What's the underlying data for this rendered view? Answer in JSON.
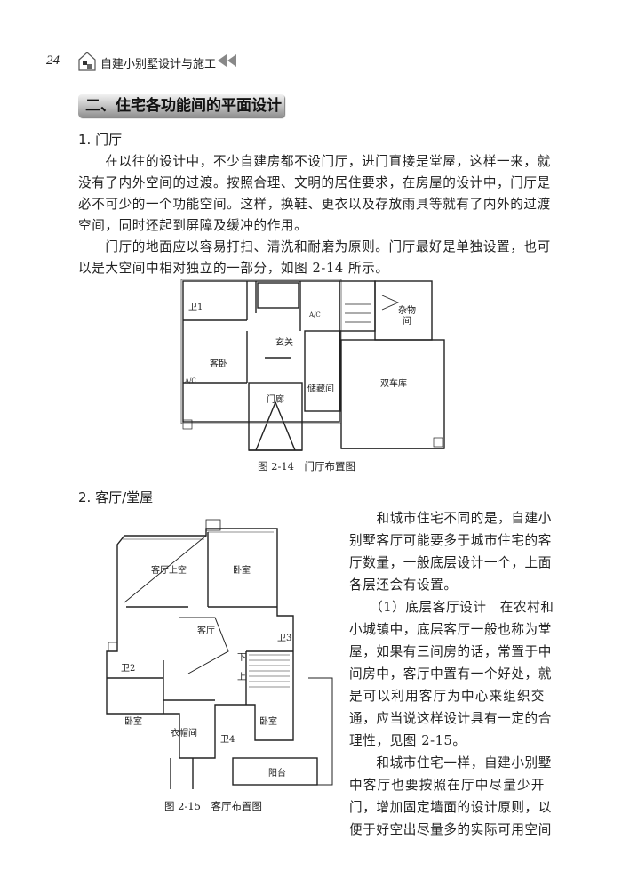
{
  "header": {
    "page_number": "24",
    "book_title": "自建小别墅设计与施工"
  },
  "section_heading": "二、住宅各功能间的平面设计",
  "subsection1": {
    "title": "1. 门厅",
    "lines": [
      "　　在以往的设计中，不少自建房都不设门厅，进门直接是堂屋，这样一来，就",
      "没有了内外空间的过渡。按照合理、文明的居住要求，在房屋的设计中，门厅是",
      "必不可少的一个功能空间。这样，换鞋、更衣以及存放雨具等就有了内外的过渡",
      "空间，同时还起到屏障及缓冲的作用。",
      "　　门厅的地面应以容易打扫、清洗和耐磨为原则。门厅最好是单独设置，也可",
      "以是大空间中相对独立的一部分，如图 2-14 所示。"
    ]
  },
  "figure_2_14": {
    "caption": "图 2-14　门厅布置图",
    "labels": {
      "wc1": "卫1",
      "storage_misc": "杂物",
      "storage_misc2": "间",
      "foyer": "玄关",
      "guest_bedroom": "客卧",
      "garage": "双车库",
      "storeroom": "储藏间",
      "porch": "门廊",
      "ac1": "A/C",
      "ac2": "A/C"
    }
  },
  "subsection2": {
    "title": "2. 客厅/堂屋",
    "lines": [
      "　　和城市住宅不同的是，自建小",
      "别墅客厅可能要多于城市住宅的客",
      "厅数量，一般底层设计一个，上面",
      "各层还会有设置。",
      "　　（1）底层客厅设计　在农村和",
      "小城镇中，底层客厅一般也称为堂",
      "屋，如果有三间房的话，常置于中",
      "间房中，客厅中置有一个好处，就",
      "是可以利用客厅为中心来组织交",
      "通，应当说这样设计具有一定的合",
      "理性，见图 2-15。",
      "　　和城市住宅一样，自建小别墅",
      "中客厅也要按照在厅中尽量少开",
      "门，增加固定墙面的设计原则，以",
      "便于好空出尽量多的实际可用空间"
    ]
  },
  "figure_2_15": {
    "caption": "图 2-15　客厅布置图",
    "labels": {
      "living_void": "客厅上空",
      "bedroom_top": "卧室",
      "living": "客厅",
      "wc2": "卫2",
      "wc3": "卫3",
      "wc4": "卫4",
      "bedroom_left": "卧室",
      "bedroom_right": "卧室",
      "closet": "衣帽间",
      "balcony": "阳台",
      "down": "下",
      "up": "上"
    }
  }
}
